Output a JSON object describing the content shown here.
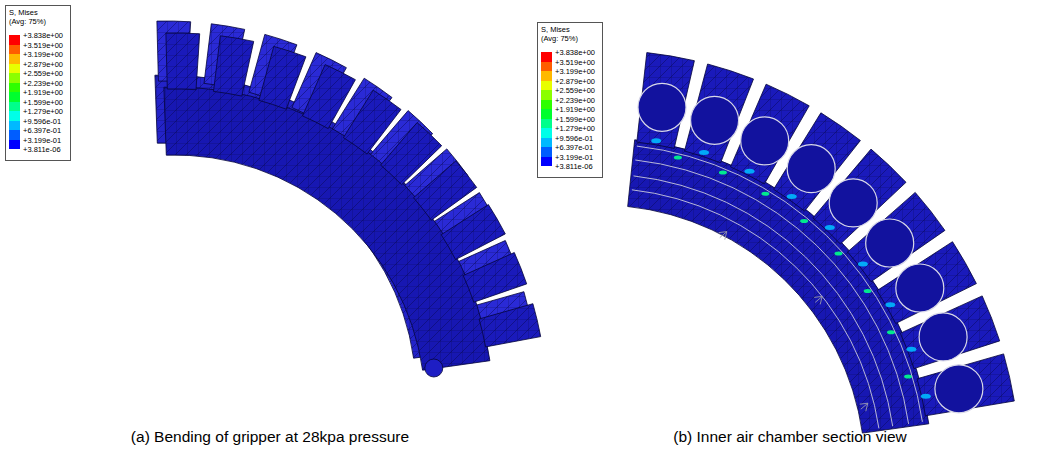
{
  "diagram": {
    "labels": [
      "S, Mises",
      "(Avg: 75%)",
      "+3.811e-06",
      "S, Mises",
      "(Avg: 75%)",
      "+3.811e-06",
      "(a) Bending of gripper at 28kpa pressure",
      "(b) Inner air chamber section view"
    ],
    "legend": [
      {
        "text": "+3.838e+00",
        "color": "#ff0000"
      },
      {
        "text": "+3.519e+00",
        "color": "#ff5d00"
      },
      {
        "text": "+3.199e+00",
        "color": "#ffb900"
      },
      {
        "text": "+2.879e+00",
        "color": "#e8ff00"
      },
      {
        "text": "+2.559e+00",
        "color": "#8bff00"
      },
      {
        "text": "+2.239e+00",
        "color": "#2eff00"
      },
      {
        "text": "+1.919e+00",
        "color": "#00ff2e"
      },
      {
        "text": "+1.599e+00",
        "color": "#00ff8b"
      },
      {
        "text": "+1.279e+00",
        "color": "#00ffe8"
      },
      {
        "text": "+9.596e-01",
        "color": "#00b9ff"
      },
      {
        "text": "+6.397e-01",
        "color": "#005dff"
      },
      {
        "text": "+3.199e-01",
        "color": "#0000ff"
      },
      {
        "text": "+3.838e+00",
        "color": "#ff0000"
      },
      {
        "text": "+3.519e+00",
        "color": "#ff5d00"
      },
      {
        "text": "+3.199e+00",
        "color": "#ffb900"
      },
      {
        "text": "+2.879e+00",
        "color": "#e8ff00"
      },
      {
        "text": "+2.559e+00",
        "color": "#8bff00"
      },
      {
        "text": "+2.239e+00",
        "color": "#2eff00"
      },
      {
        "text": "+1.919e+00",
        "color": "#00ff2e"
      },
      {
        "text": "+1.599e+00",
        "color": "#00ff8b"
      },
      {
        "text": "+1.279e+00",
        "color": "#00ffe8"
      },
      {
        "text": "+9.596e-01",
        "color": "#00b9ff"
      },
      {
        "text": "+6.397e-01",
        "color": "#005dff"
      },
      {
        "text": "+3.199e-01",
        "color": "#0000ff"
      }
    ]
  }
}
